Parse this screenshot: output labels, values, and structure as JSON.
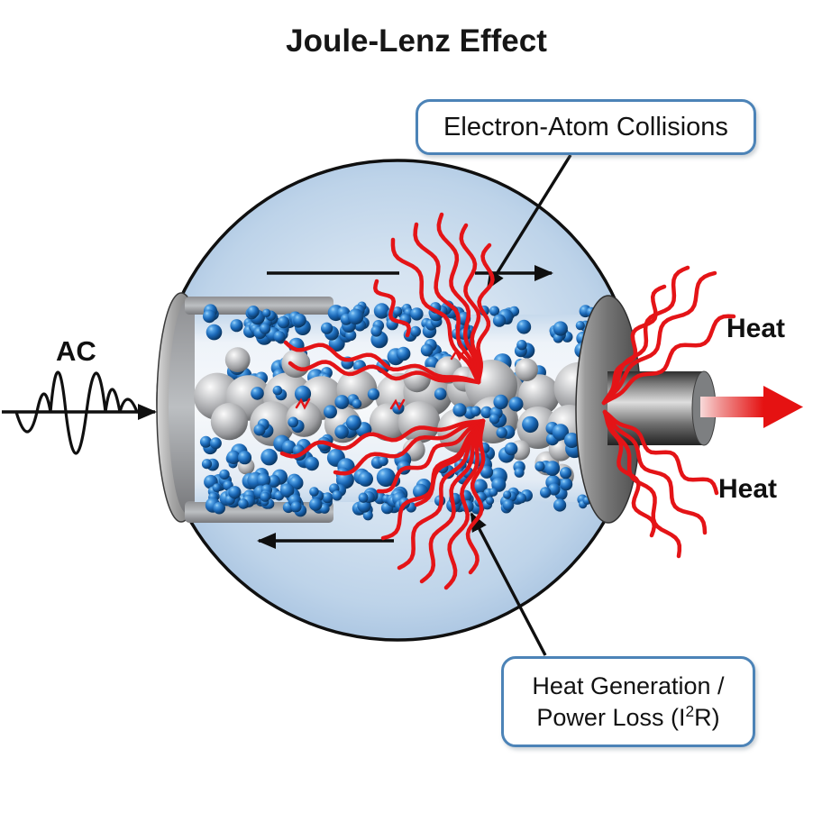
{
  "title": "Joule-Lenz Effect",
  "source_label": {
    "ac": "AC"
  },
  "heat_labels": {
    "top": "Heat",
    "bottom": "Heat"
  },
  "callouts": {
    "electron_atom": "Electron-Atom Collisions",
    "heat_gen_line1": "Heat Generation /",
    "heat_gen_line2_prefix": "Power Loss (I",
    "heat_gen_line2_sup": "2",
    "heat_gen_line2_suffix": "R)"
  },
  "colors": {
    "heat_red": "#e41417",
    "callout_border": "#4c83b7",
    "electron_blue": "#1a67b6",
    "atom_gray": "#9a9b9e",
    "circle_fill_blue": "#a6c2e0",
    "arrow_black": "#0f0f0f"
  }
}
